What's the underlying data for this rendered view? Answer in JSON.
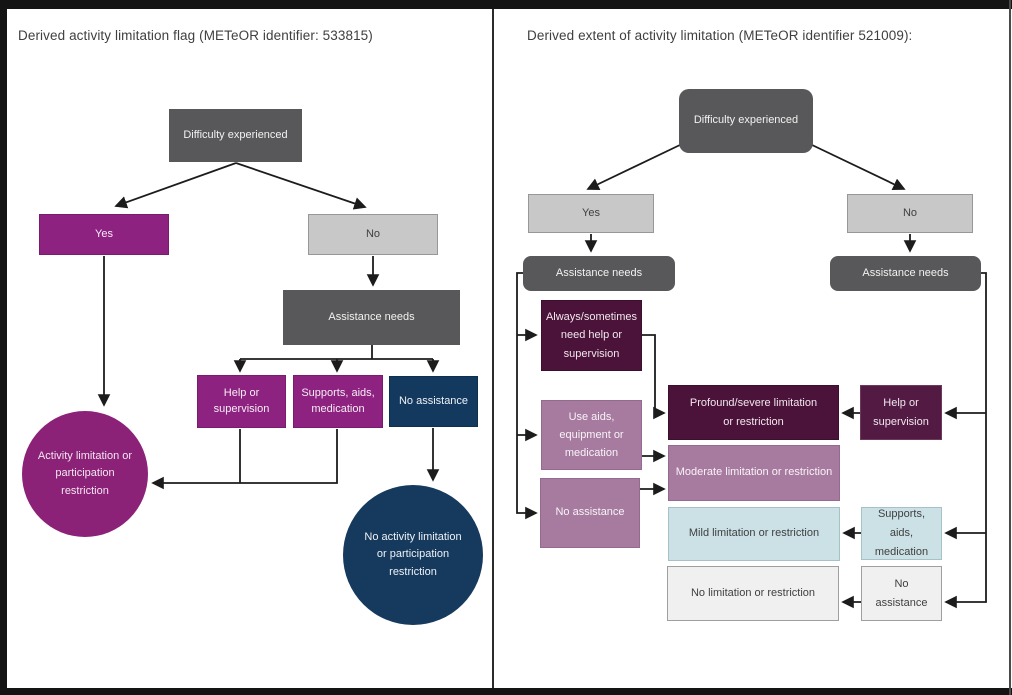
{
  "left_panel": {
    "title": "Derived activity limitation flag (METeOR identifier: 533815)",
    "nodes": {
      "difficulty": "Difficulty experienced",
      "yes": "Yes",
      "no": "No",
      "assistance_needs": "Assistance needs",
      "help_or_supervision": "Help or supervision",
      "supports_aids_medication": "Supports, aids, medication",
      "no_assistance": "No assistance",
      "activity_limitation": "Activity limitation or participation restriction",
      "no_activity_limitation": "No activity limitation or participation restriction"
    }
  },
  "right_panel": {
    "title": "Derived extent of activity limitation (METeOR identifier 521009):",
    "nodes": {
      "difficulty": "Difficulty experienced",
      "yes": "Yes",
      "no": "No",
      "assistance_needs_left": "Assistance needs",
      "assistance_needs_right": "Assistance needs",
      "always_sometimes_help": "Always/sometimes need help or supervision",
      "use_aids_equipment": "Use aids, equipment or medication",
      "no_assistance_left": "No assistance",
      "profound_severe": "Profound/severe limitation or restriction",
      "help_or_supervision": "Help or supervision",
      "moderate": "Moderate limitation or restriction",
      "mild": "Mild limitation or restriction",
      "supports_aids_medication": "Supports, aids, medication",
      "no_limitation": "No limitation or restriction",
      "no_assistance_right": "No assistance"
    }
  },
  "colors": {
    "dark_gray": "#58585a",
    "light_gray": "#c8c8c8",
    "magenta": "#8e2281",
    "navy": "#14395f",
    "dark_plum": "#4b1339",
    "mauve": "#a77ba0",
    "light_blue": "#cbe1e6",
    "pale_gray": "#f0f0f0",
    "line": "#1c1c1c"
  }
}
